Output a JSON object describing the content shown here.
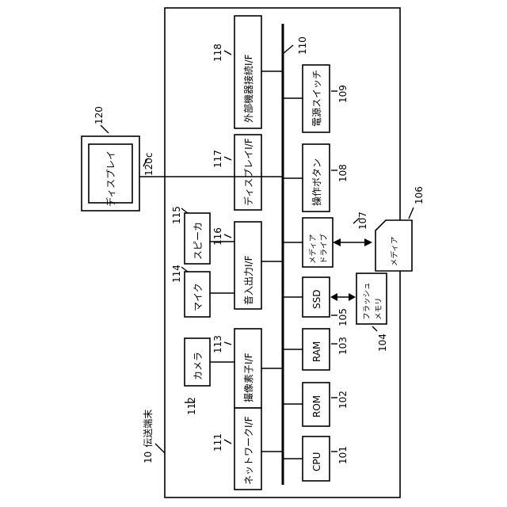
{
  "terminal": {
    "ref": "10",
    "label": "伝送端末"
  },
  "bus": {
    "ref": "110"
  },
  "display": {
    "label": "ディスプレイ",
    "ref": "120",
    "cable_ref": "120c"
  },
  "media": {
    "label": "メディア",
    "ref": "106"
  },
  "flash": {
    "label_line1": "フラッシュ",
    "label_line2": "メモリ",
    "ref": "104"
  },
  "modules": {
    "cpu": {
      "label": "CPU",
      "ref": "101"
    },
    "rom": {
      "label": "ROM",
      "ref": "102"
    },
    "ram": {
      "label": "RAM",
      "ref": "103"
    },
    "ssd": {
      "label": "SSD",
      "ref": "105"
    },
    "media_drive": {
      "label_line1": "メディア",
      "label_line2": "ドライブ",
      "ref": "107"
    },
    "op_button": {
      "label": "操作ボタン",
      "ref": "108"
    },
    "power_switch": {
      "label": "電源スイッチ",
      "ref": "109"
    },
    "network_if": {
      "label": "ネットワークI/F",
      "ref": "111"
    },
    "camera": {
      "label": "カメラ",
      "ref": "112"
    },
    "imaging_if": {
      "label": "撮像素子I/F",
      "ref": "113"
    },
    "mic": {
      "label": "マイク",
      "ref": "114"
    },
    "speaker": {
      "label": "スピーカ",
      "ref": "115"
    },
    "audio_io": {
      "label": "音入出力I/F",
      "ref": "116"
    },
    "display_if": {
      "label": "ディスプレイI/F",
      "ref": "117"
    },
    "external_if": {
      "label": "外部機器接続I/F",
      "ref": "118"
    }
  }
}
